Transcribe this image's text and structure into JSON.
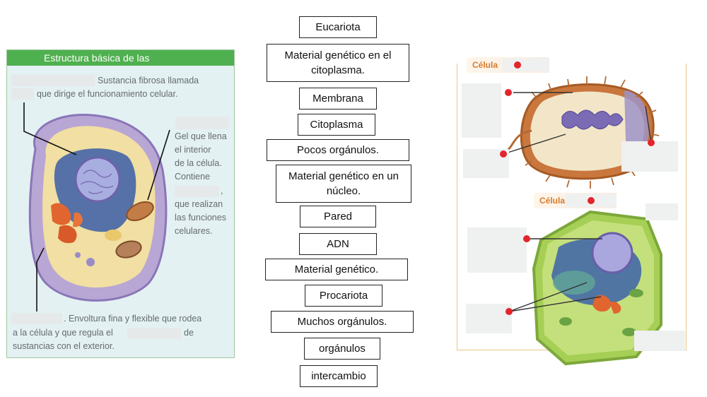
{
  "left_card": {
    "title": "Estructura básica de las",
    "nucleus_line1": "Sustancia fibrosa llamada",
    "nucleus_line2": "que dirige el funcionamiento celular.",
    "cyto_lines": [
      "Gel que llena",
      "el interior",
      "de la célula.",
      "Contiene"
    ],
    "cyto_comma": ",",
    "cyto_lines2": [
      "que realizan",
      "las funciones",
      "celulares."
    ],
    "membrane_line1": ". Envoltura fina y flexible que rodea",
    "membrane_line2a": "a la célula y que regula el",
    "membrane_line2b": "de",
    "membrane_line3": "sustancias con el exterior."
  },
  "word_bank": [
    "Eucariota",
    "Material genético en el citoplasma.",
    "Membrana",
    "Citoplasma",
    "Pocos orgánulos.",
    "Material genético en un núcleo.",
    "Pared",
    "ADN",
    "Material genético.",
    "Procariota",
    "Muchos orgánulos.",
    "orgánulos",
    "intercambio"
  ],
  "right_panel": {
    "label_1": "Célula",
    "label_2": "Célula"
  },
  "colors": {
    "card_header": "#4fb04f",
    "card_bg": "#e3f1f3",
    "marker": "#e3242b",
    "panel_border": "#e9c77f",
    "tag_text": "#d97a2b"
  }
}
